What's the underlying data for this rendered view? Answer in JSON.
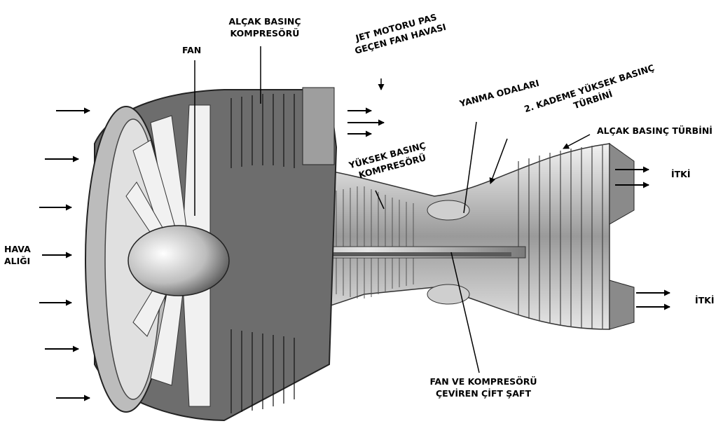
{
  "labels": {
    "fan": "FAN",
    "lp_compressor_1": "ALÇAK BASINÇ",
    "lp_compressor_2": "KOMPRESÖRÜ",
    "bypass_1": "JET MOTORU PAS",
    "bypass_2": "GEÇEN FAN HAVASI",
    "combustor": "YANMA ODALARI",
    "hp_turbine_1": "2. KADEME YÜKSEK BASINÇ",
    "hp_turbine_2": "TÜRBİNİ",
    "lp_turbine": "ALÇAK BASINÇ TÜRBİNİ",
    "hp_compressor_1": "YÜKSEK BASINÇ",
    "hp_compressor_2": "KOMPRESÖRÜ",
    "thrust_upper": "İTKİ",
    "thrust_lower": "İTKİ",
    "air_intake_1": "HAVA",
    "air_intake_2": "ALIĞI",
    "shaft_1": "FAN VE KOMPRESÖRÜ",
    "shaft_2": "ÇEVİREN ÇİFT ŞAFT"
  },
  "colors": {
    "ink": "#000000",
    "metal_light": "#d9d9d9",
    "metal_mid": "#a6a6a6",
    "metal_dark": "#4a4a4a"
  }
}
